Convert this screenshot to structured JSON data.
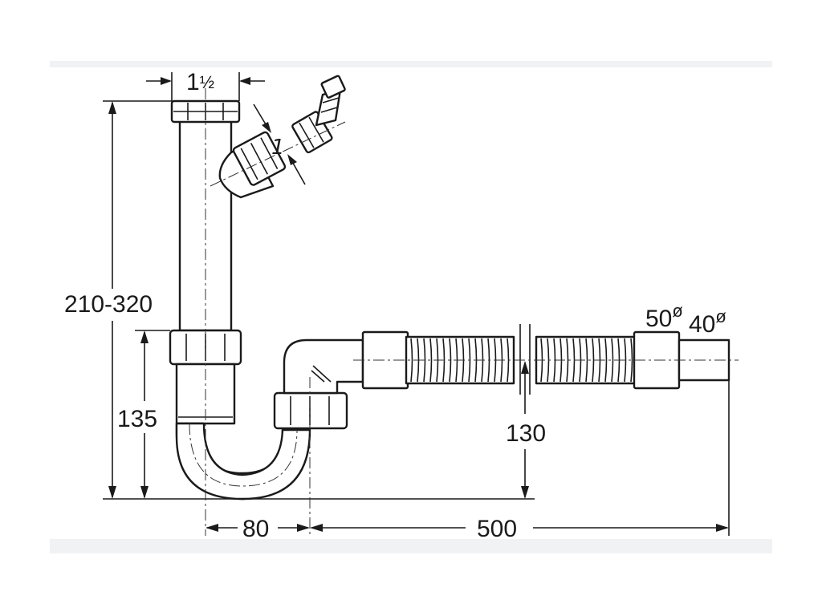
{
  "diagram": {
    "dimensions": {
      "inlet_size": "1½",
      "inlet_size_whole": "1",
      "inlet_size_frac": "½",
      "side_inlet_size": "1",
      "total_height": "210-320",
      "lower_height": "135",
      "outlet_height": "130",
      "trap_width": "80",
      "hose_length": "500",
      "outlet_diameter_large": "50",
      "outlet_diameter_small": "40",
      "diameter_symbol": "ø"
    },
    "colors": {
      "line": "#1a1a1a",
      "background": "#ffffff",
      "band": "#f1f2f4"
    }
  }
}
